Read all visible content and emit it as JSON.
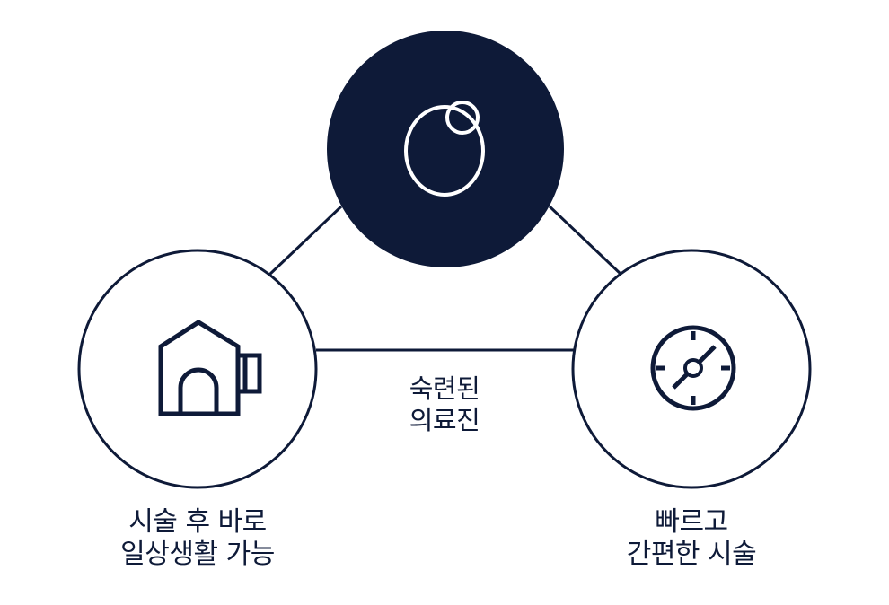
{
  "colors": {
    "navy": "#0e1a38",
    "white": "#ffffff"
  },
  "nodes": {
    "top": {
      "icon": "hair-follicle-icon",
      "filled": true
    },
    "left": {
      "icon": "home-icon",
      "caption_lines": [
        "시술 후 바로",
        "일상생활 가능"
      ]
    },
    "right": {
      "icon": "clock-icon",
      "caption_lines": [
        "빠르고",
        "간편한 시술"
      ]
    }
  },
  "center_caption_lines": [
    "숙련된",
    "의료진"
  ]
}
